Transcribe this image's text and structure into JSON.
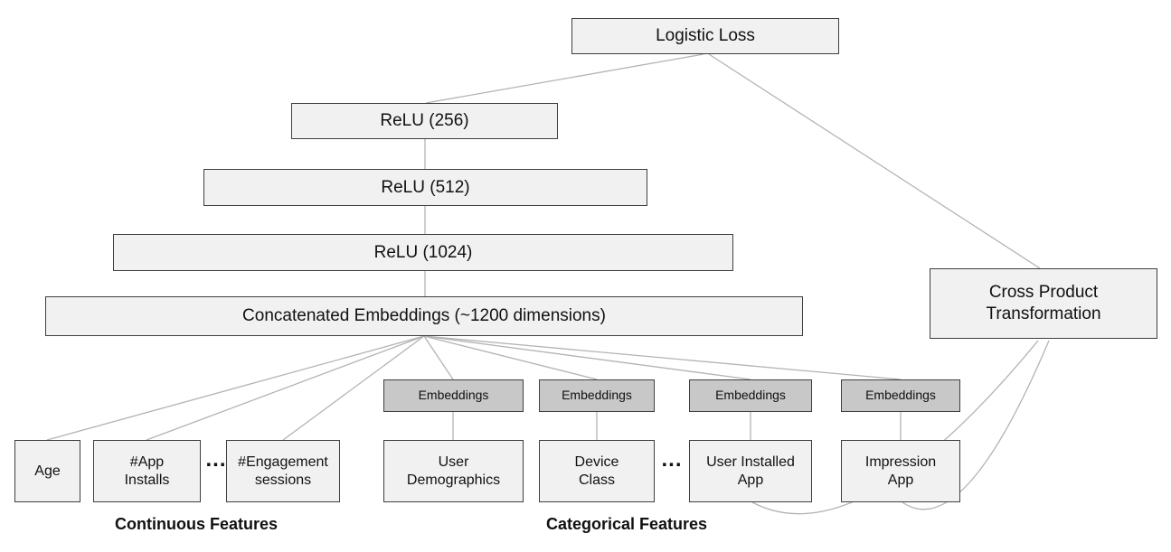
{
  "diagram": {
    "title_hint": "Wide and Deep model architecture",
    "nodes": {
      "logistic_loss": "Logistic Loss",
      "relu_256": "ReLU (256)",
      "relu_512": "ReLU (512)",
      "relu_1024": "ReLU (1024)",
      "concat": "Concatenated Embeddings (~1200 dimensions)",
      "cross_product": "Cross Product\nTransformation",
      "embeddings": "Embeddings",
      "age": "Age",
      "app_installs": "#App\nInstalls",
      "engagement_sessions": "#Engagement\nsessions",
      "user_demographics": "User\nDemographics",
      "device_class": "Device\nClass",
      "user_installed_app": "User Installed\nApp",
      "impression_app": "Impression\nApp",
      "dots": "..."
    },
    "labels": {
      "continuous": "Continuous Features",
      "categorical": "Categorical Features"
    },
    "colors": {
      "box_fill": "#f1f1f1",
      "embedding_fill": "#c8c8c8",
      "border": "#3f3f3f",
      "line": "#b3b3b3"
    }
  }
}
